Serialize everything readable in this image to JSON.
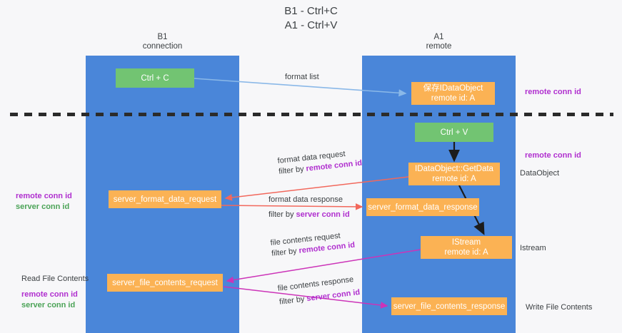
{
  "diagram": {
    "title": "B1 - Ctrl+C\nA1 - Ctrl+V",
    "lanes": [
      {
        "id": "b1",
        "label": "B1\nconnection",
        "color": "#4a86d9"
      },
      {
        "id": "a1",
        "label": "A1\nremote",
        "color": "#4a86d9"
      }
    ],
    "nodes": {
      "ctrl_c": "Ctrl + C",
      "ctrl_v": "Ctrl + V",
      "save_idataobject": "保存IDataObject\nremote id: A",
      "idataobject_getdata": "IDataObject::GetData\nremote id: A",
      "istream": "IStream\nremote id: A",
      "server_format_data_request": "server_format_data_request",
      "server_format_data_response": "server_format_data_response",
      "server_file_contents_request": "server_file_contents_request",
      "server_file_contents_response": "server_file_contents_response"
    },
    "edge_labels": {
      "format_list": "format list",
      "format_data_request": "format data request",
      "format_data_request_filter_prefix": "filter by ",
      "format_data_request_filter_key": "remote conn id",
      "format_data_response": "format data response",
      "format_data_response_filter_prefix": "filter by ",
      "format_data_response_filter_key": "server conn id",
      "file_contents_request": "file contents request",
      "file_contents_request_filter_prefix": "filter by ",
      "file_contents_request_filter_key": "remote conn id",
      "file_contents_response": "file contents response",
      "file_contents_response_filter_prefix": "filter by ",
      "file_contents_response_filter_key": "server conn id"
    },
    "right_annotations": {
      "remote_conn_id_top": "remote conn id",
      "remote_conn_id_mid": "remote conn id",
      "dataobject": "DataObject",
      "istream": "Istream",
      "write_file_contents": "Write File Contents"
    },
    "left_annotations": {
      "remote_conn_id_a": "remote conn id",
      "server_conn_id_a": "server conn id",
      "read_file_contents": "Read File Contents",
      "remote_conn_id_b": "remote conn id",
      "server_conn_id_b": "server conn id"
    },
    "colors": {
      "lane": "#4a86d9",
      "green_node": "#72c472",
      "orange_node": "#fbb254",
      "purple_text": "#b02fcf",
      "green_text": "#4ba357",
      "format_list_arrow": "#8ab8e8",
      "format_data_arrow": "#f2685c",
      "file_contents_arrow": "#cc33b8",
      "black_arrow": "#1c1c1c",
      "divider": "#2b2b2b",
      "background": "#f7f7f9"
    }
  }
}
